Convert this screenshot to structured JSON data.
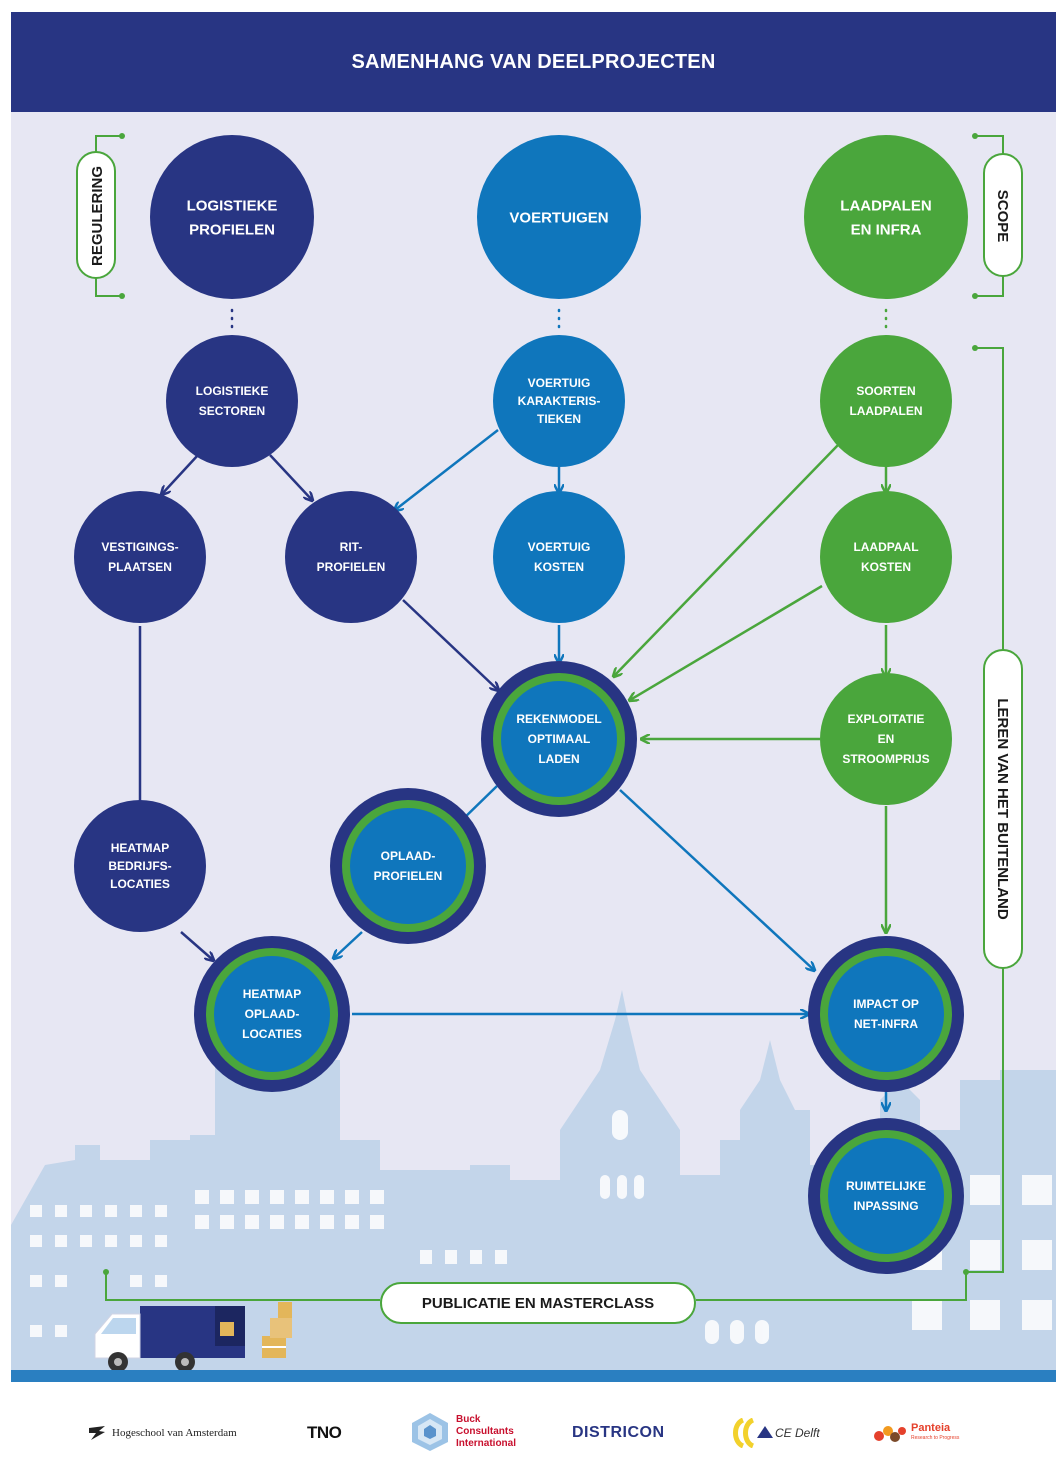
{
  "title": "SAMENHANG VAN DEELPROJECTEN",
  "side_labels": {
    "left": "REGULERING",
    "right_top": "SCOPE",
    "right_long": "LEREN VAN HET BUITENLAND"
  },
  "nodes": {
    "logistieke_profielen": [
      "LOGISTIEKE",
      "PROFIELEN"
    ],
    "voertuigen": [
      "VOERTUIGEN"
    ],
    "laadpalen_infra": [
      "LAADPALEN",
      "EN INFRA"
    ],
    "logistieke_sectoren": [
      "LOGISTIEKE",
      "SECTOREN"
    ],
    "voertuig_karakteristieken": [
      "VOERTUIG",
      "KARAKTERIS-",
      "TIEKEN"
    ],
    "soorten_laadpalen": [
      "SOORTEN",
      "LAADPALEN"
    ],
    "vestigingsplaatsen": [
      "VESTIGINGS-",
      "PLAATSEN"
    ],
    "ritprofielen": [
      "RIT-",
      "PROFIELEN"
    ],
    "voertuig_kosten": [
      "VOERTUIG",
      "KOSTEN"
    ],
    "laadpaal_kosten": [
      "LAADPAAL",
      "KOSTEN"
    ],
    "rekenmodel": [
      "REKENMODEL",
      "OPTIMAAL",
      "LADEN"
    ],
    "exploitatie": [
      "EXPLOITATIE",
      "EN",
      "STROOMPRIJS"
    ],
    "heatmap_bedrijfslocaties": [
      "HEATMAP",
      "BEDRIJFS-",
      "LOCATIES"
    ],
    "oplaadprofielen": [
      "OPLAAD-",
      "PROFIELEN"
    ],
    "heatmap_oplaadlocaties": [
      "HEATMAP",
      "OPLAAD-",
      "LOCATIES"
    ],
    "impact_net_infra": [
      "IMPACT OP",
      "NET-INFRA"
    ],
    "ruimtelijke_inpassing": [
      "RUIMTELIJKE",
      "INPASSING"
    ]
  },
  "publication": "PUBLICATIE EN MASTERCLASS",
  "logos": {
    "hva": "Hogeschool van Amsterdam",
    "tno": "TNO",
    "buck": [
      "Buck",
      "Consultants",
      "International"
    ],
    "districon": "DISTRICON",
    "cedelft": "CE Delft",
    "panteia": "Panteia",
    "panteia_sub": "Research to Progress"
  },
  "colors": {
    "navy": "#283583",
    "blue": "#0f76bc",
    "green": "#4aa63c",
    "background": "#e7e7f3",
    "skyline": "#bcd0e8"
  }
}
